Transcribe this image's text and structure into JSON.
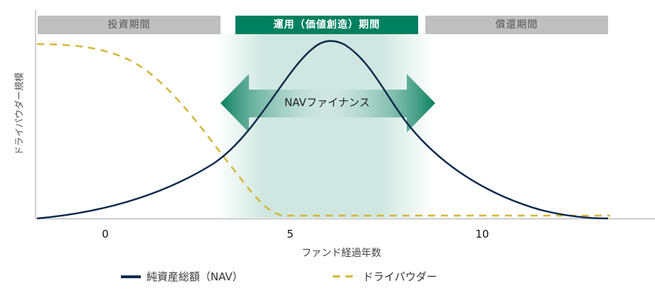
{
  "chart_data": {
    "type": "line",
    "title": "",
    "xlabel": "ファンド経過年数",
    "ylabel": "ドライパウダー規模",
    "x_ticks": [
      "0",
      "5",
      "10"
    ],
    "xlim": [
      -1.9,
      13.5
    ],
    "ylim": [
      0,
      100
    ],
    "grid": false,
    "legend_position": "bottom",
    "x": [
      -1.9,
      -1,
      0,
      1,
      2,
      3,
      3.5,
      4,
      4.5,
      5,
      5.5,
      6,
      6.5,
      7,
      7.5,
      8,
      9,
      10,
      11,
      12,
      13,
      13.5
    ],
    "series": [
      {
        "name": "純資産総額（NAV）",
        "style": "solid",
        "color": "#0d2b4e",
        "values": [
          0,
          2,
          5,
          9,
          15,
          25,
          35,
          55,
          80,
          95,
          100,
          100,
          96,
          83,
          68,
          55,
          36,
          20,
          9,
          3,
          0.5,
          0
        ]
      },
      {
        "name": "ドライパウダー",
        "style": "dashed",
        "color": "#d4b63a",
        "values": [
          99,
          97,
          92,
          80,
          62,
          35,
          20,
          7,
          1,
          1,
          1,
          1,
          1,
          1,
          1,
          1,
          1,
          1,
          1,
          1,
          1,
          1
        ]
      }
    ],
    "phases": [
      {
        "label": "投資期間",
        "x_start": -1.9,
        "x_end": 3.3,
        "active": false
      },
      {
        "label": "運用（価値創造）期間",
        "x_start": 3.5,
        "x_end": 8.3,
        "active": true
      },
      {
        "label": "償還期間",
        "x_start": 8.5,
        "x_end": 13.5,
        "active": false
      }
    ],
    "annotations": [
      {
        "text": "NAVファイナンス",
        "type": "double-arrow",
        "x_start": 3.1,
        "x_end": 8.8
      }
    ],
    "highlight_band": {
      "x_start": 3.7,
      "x_end": 8.0,
      "color": "#cfe7e0"
    }
  },
  "phases": {
    "investment": "投資期間",
    "operation": "運用（価値創造）期間",
    "redemption": "償還期間"
  },
  "axes": {
    "xlabel": "ファンド経過年数",
    "ylabel": "ドライパウダー規模",
    "ticks": {
      "t0": "0",
      "t5": "5",
      "t10": "10"
    }
  },
  "annotation": {
    "nav_finance": "NAVファイナンス"
  },
  "legend": {
    "nav": "純資産総額（NAV）",
    "dry_powder": "ドライパウダー"
  },
  "colors": {
    "nav_line": "#0d2b4e",
    "dry_powder_line": "#d4b63a",
    "active_phase": "#008060",
    "inactive_phase": "#bfbfbf",
    "band": "#cfe7e0"
  }
}
